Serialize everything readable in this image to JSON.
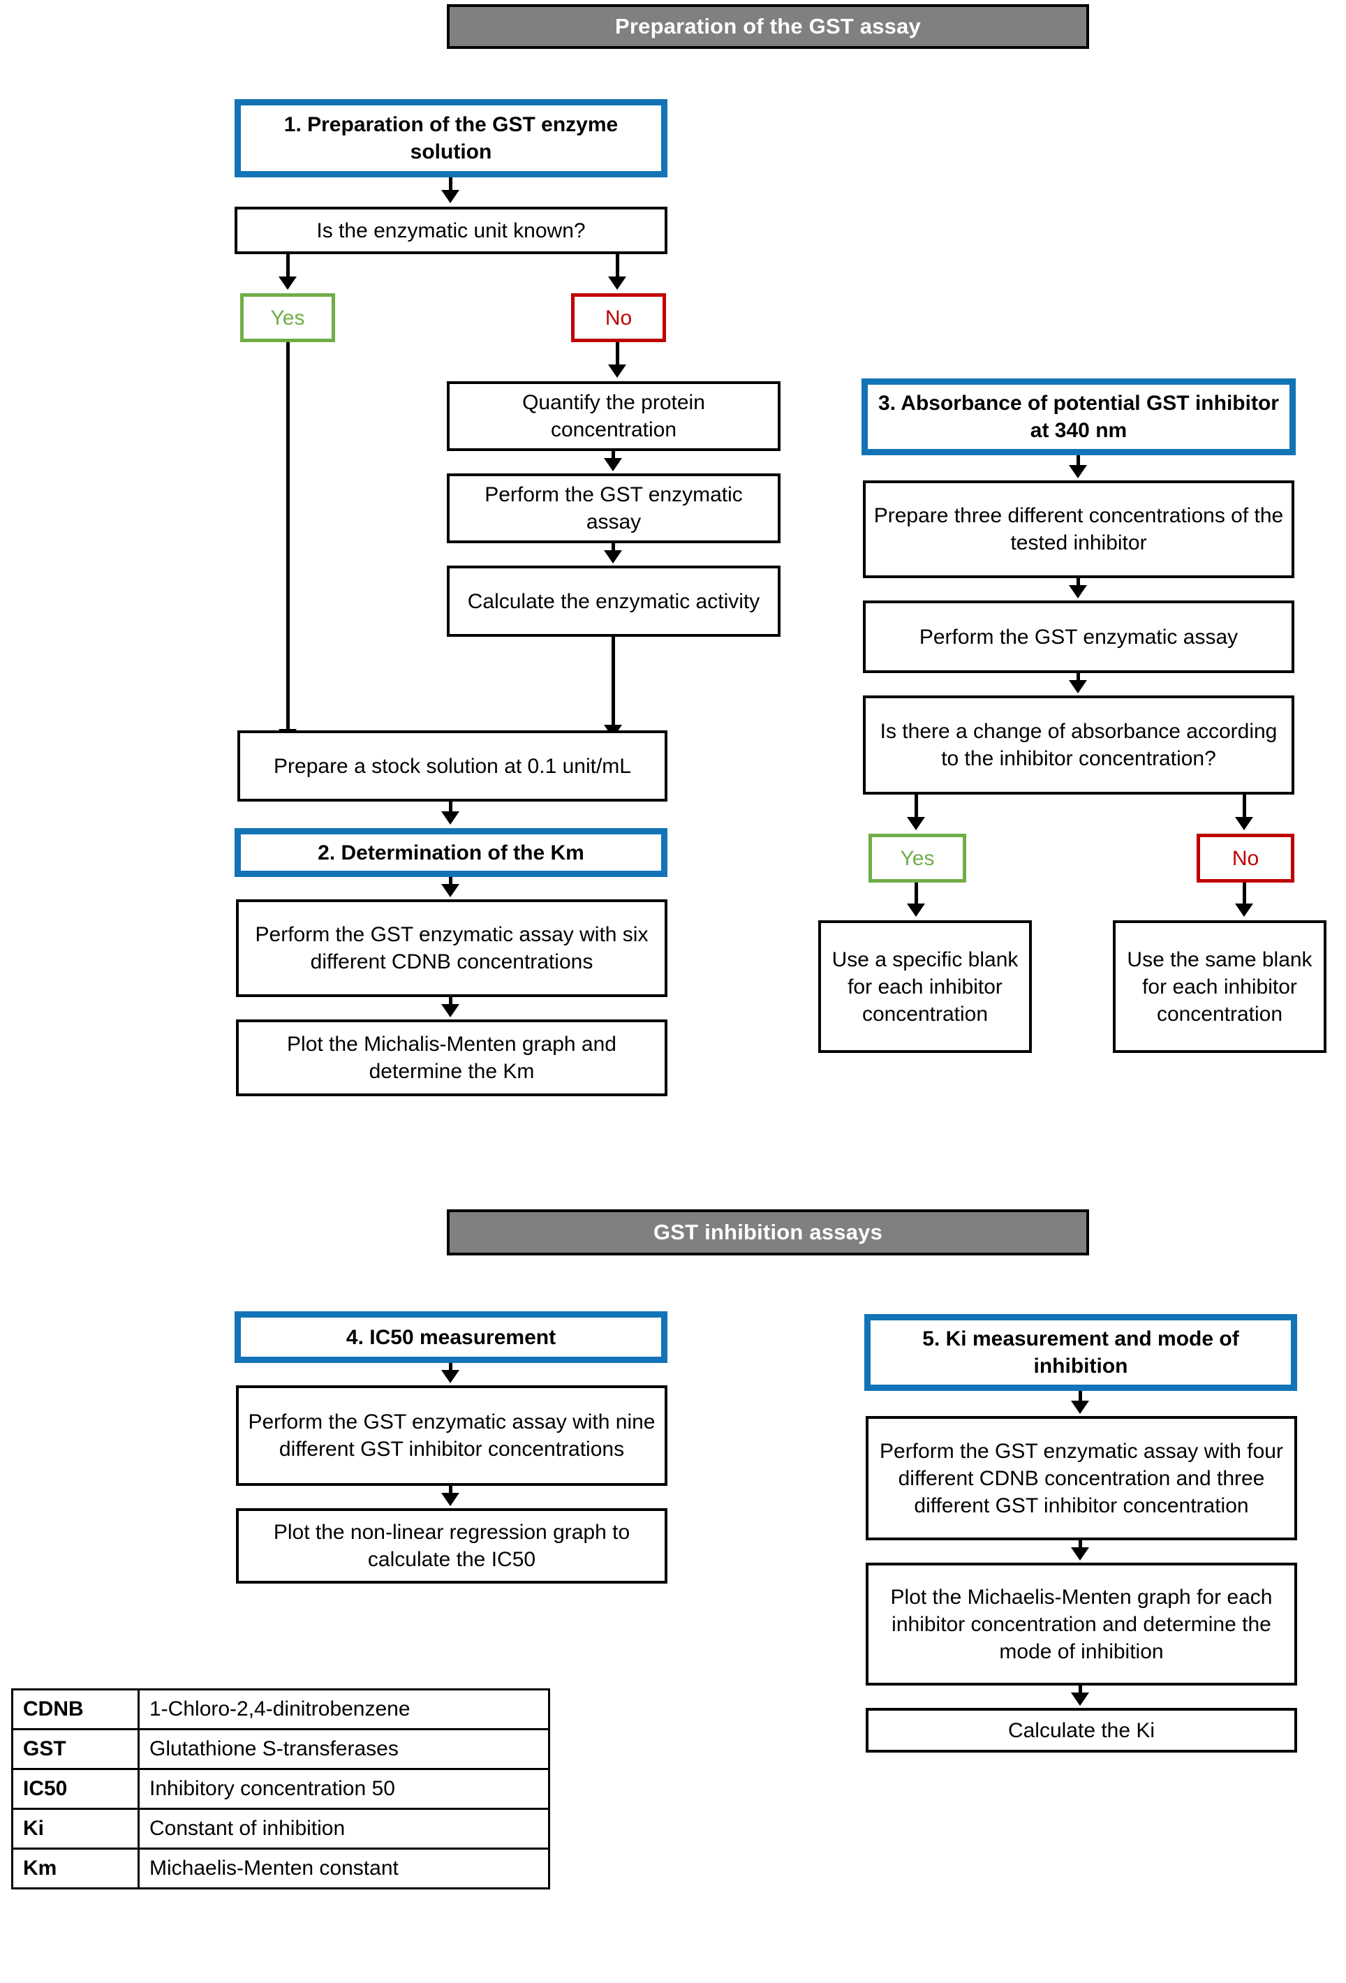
{
  "banners": {
    "preparation": "Preparation of the GST assay",
    "inhibition": "GST inhibition assays"
  },
  "section1": {
    "heading": "1. Preparation of the GST enzyme solution",
    "decision": "Is the enzymatic unit known?",
    "yes_label": "Yes",
    "no_label": "No",
    "quantify": "Quantify the protein concentration",
    "perform_assay": "Perform the GST enzymatic assay",
    "calculate": "Calculate the enzymatic activity",
    "stock": "Prepare a stock solution at 0.1 unit/mL"
  },
  "section2": {
    "heading": "2. Determination of the Km",
    "step1": "Perform the GST enzymatic assay with six different CDNB concentrations",
    "step2": "Plot the Michalis-Menten graph and determine the Km"
  },
  "section3": {
    "heading": "3. Absorbance of potential GST inhibitor at 340 nm",
    "step1": "Prepare three different concentrations of the tested inhibitor",
    "step2": "Perform the GST enzymatic assay",
    "decision": "Is there a change of absorbance according to the inhibitor concentration?",
    "yes_label": "Yes",
    "no_label": "No",
    "yes_result": "Use a specific blank for each inhibitor concentration",
    "no_result": "Use the same blank for each inhibitor concentration"
  },
  "section4": {
    "heading": "4. IC50 measurement",
    "step1": "Perform the GST enzymatic assay with nine different GST inhibitor concentrations",
    "step2": "Plot the non-linear regression graph to calculate the IC50"
  },
  "section5": {
    "heading": "5. Ki measurement and mode of inhibition",
    "step1": "Perform the GST enzymatic assay with four different CDNB concentration and three different GST inhibitor concentration",
    "step2": "Plot the Michaelis-Menten graph for each inhibitor concentration and determine the mode of inhibition",
    "step3": "Calculate the Ki"
  },
  "abbreviations": [
    {
      "key": "CDNB",
      "value": "1-Chloro-2,4-dinitrobenzene"
    },
    {
      "key": "GST",
      "value": "Glutathione S-transferases"
    },
    {
      "key": "IC50",
      "value": "Inhibitory concentration 50"
    },
    {
      "key": "Ki",
      "value": "Constant of inhibition"
    },
    {
      "key": "Km",
      "value": "Michaelis-Menten constant"
    }
  ],
  "colors": {
    "banner_fill": "#808080",
    "heading_border": "#1273B6",
    "yes": "#70AD47",
    "no": "#C00000",
    "outline": "#000000"
  }
}
